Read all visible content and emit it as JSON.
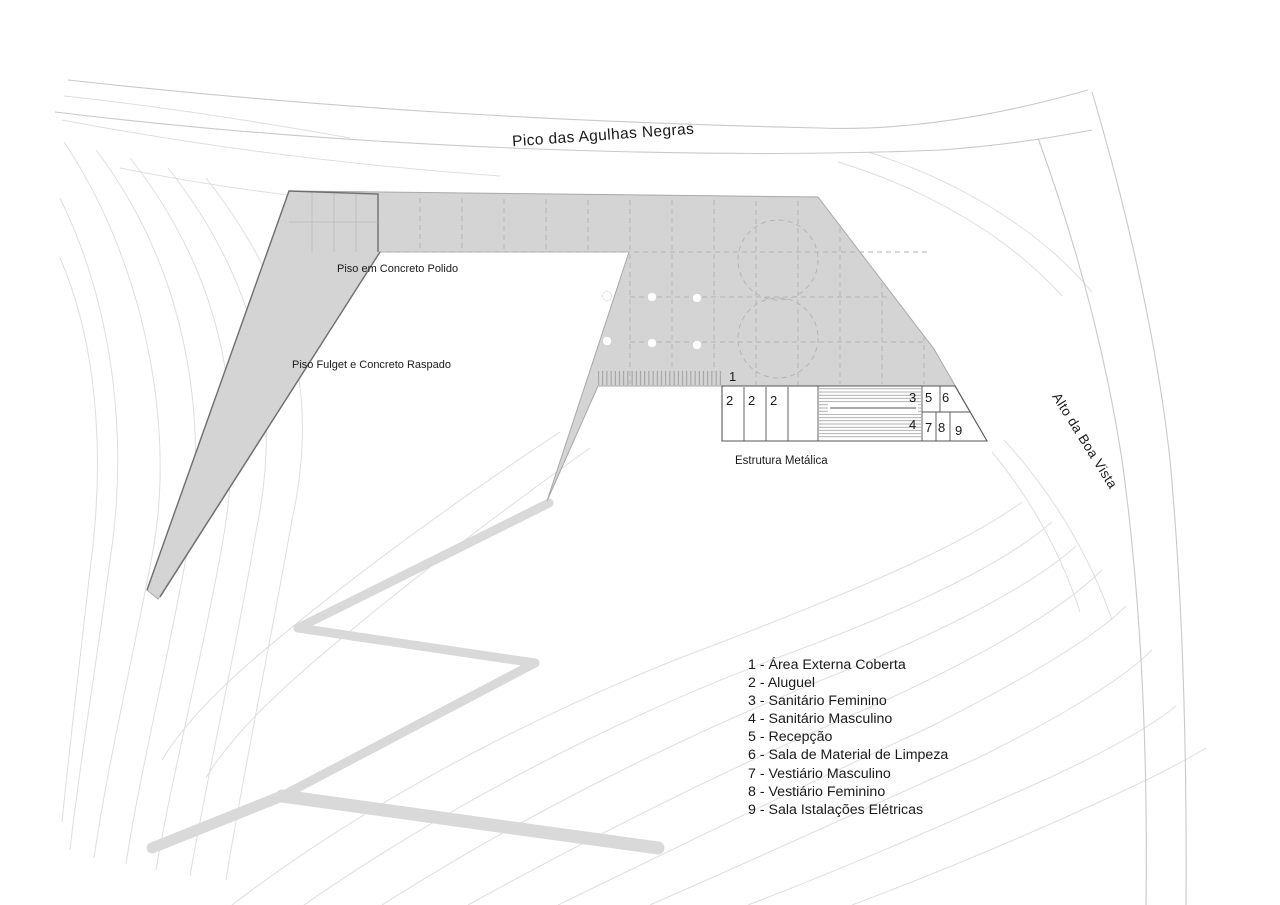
{
  "drawing": {
    "roads": {
      "top_label": "Pico das Agulhas Negras",
      "right_label": "Alto da Boa Vista"
    },
    "material_labels": {
      "polished_concrete": "Piso em Concreto Polido",
      "fulget": "Piso Fulget e Concreto Raspado",
      "metal_structure": "Estrutura Metálica"
    },
    "room_tags": {
      "n1": "1",
      "n2a": "2",
      "n2b": "2",
      "n2c": "2",
      "n3": "3",
      "n4": "4",
      "n5": "5",
      "n6": "6",
      "n7": "7",
      "n8": "8",
      "n9": "9"
    },
    "legend": {
      "items": [
        "1 - Área Externa Coberta",
        "2 - Aluguel",
        "3 - Sanitário Feminino",
        "4 - Sanitário Masculino",
        "5 - Recepção",
        "6 - Sala de Material de Limpeza",
        "7 - Vestiário Masculino",
        "8 - Vestiário Feminino",
        "9 - Sala Istalações Elétricas"
      ]
    },
    "colors": {
      "building_fill": "#d4d4d4",
      "contour_line": "#dedede",
      "wall_outline": "#6f6f6f",
      "text": "#1a1a1a"
    }
  }
}
